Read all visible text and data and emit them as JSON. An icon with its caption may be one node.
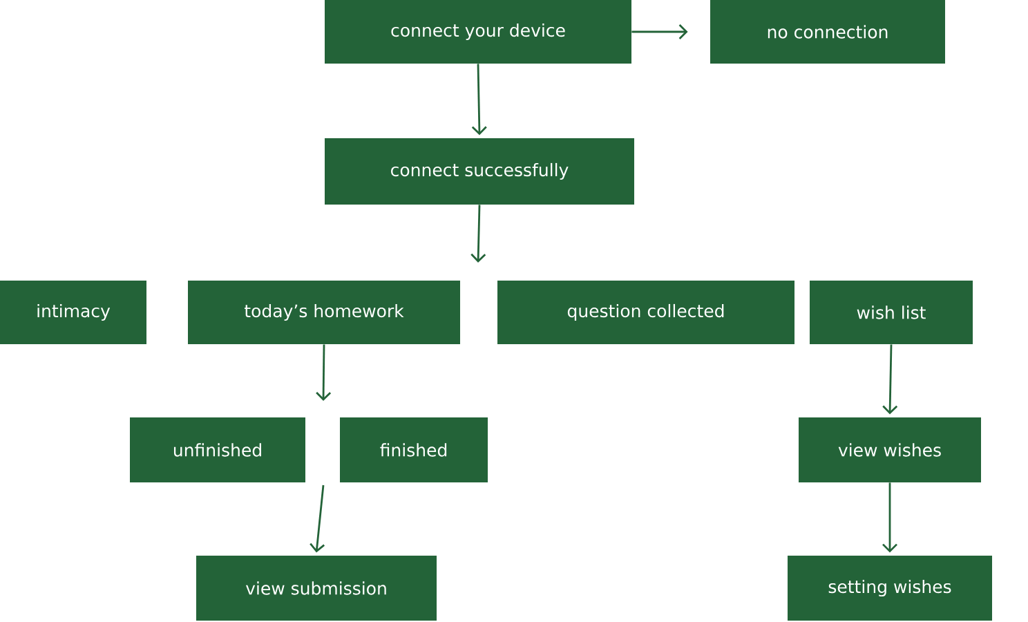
{
  "diagram": {
    "nodes": [
      {
        "text": [
          "connect your device"
        ]
      },
      {
        "text": [
          "no connection"
        ]
      },
      {
        "text": [
          "connect successfully"
        ]
      },
      {
        "text": [
          "intimacy"
        ]
      },
      {
        "text": [
          "today’s homework"
        ]
      },
      {
        "text": [
          "question collected"
        ]
      },
      {
        "text": [
          "wish list"
        ]
      },
      {
        "text": [
          "unfinished"
        ]
      },
      {
        "text": [
          "finished"
        ]
      },
      {
        "text": [
          "view wishes"
        ]
      },
      {
        "text": [
          "view submission"
        ]
      },
      {
        "text": [
          "setting wishes"
        ]
      }
    ],
    "edges": [
      {
        "from": 0,
        "to": 1,
        "arrow": "to"
      },
      {
        "from": 0,
        "to": 2,
        "arrow": "to"
      },
      {
        "from": 2,
        "to": null,
        "arrow": "to"
      },
      {
        "from": 4,
        "to": null,
        "arrow": "to"
      },
      {
        "from": null,
        "to": 10,
        "arrow": "to"
      },
      {
        "from": 6,
        "to": 9,
        "arrow": "to"
      },
      {
        "from": 9,
        "to": 11,
        "arrow": "to"
      }
    ]
  }
}
